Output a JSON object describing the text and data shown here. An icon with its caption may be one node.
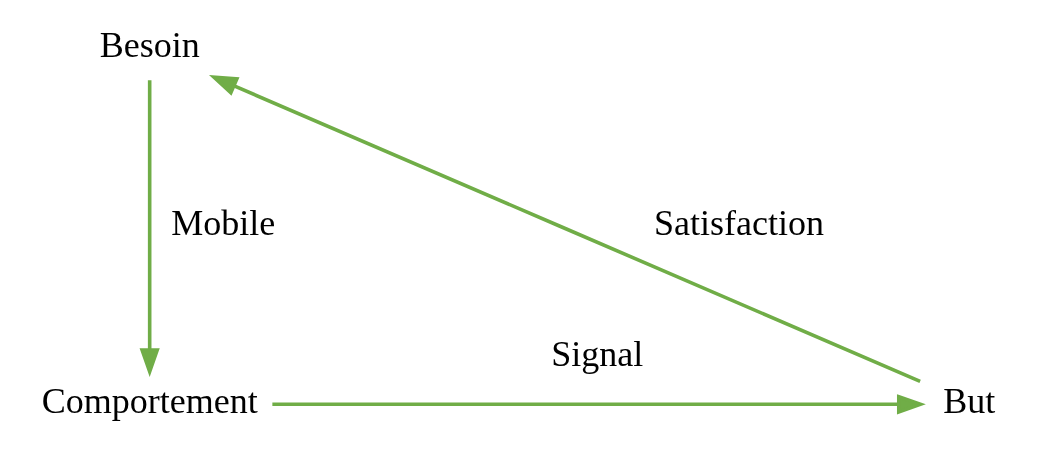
{
  "diagram": {
    "nodes": [
      {
        "text": [
          "Besoin"
        ]
      },
      {
        "text": [
          "But"
        ]
      },
      {
        "text": [
          "Comportement"
        ]
      }
    ],
    "edges": [
      {
        "from": 1,
        "to": 0,
        "arrow": "to",
        "label": "Satisfaction"
      },
      {
        "from": 0,
        "to": 2,
        "arrow": "to",
        "label": "Mobile"
      },
      {
        "from": 2,
        "to": 1,
        "arrow": "to",
        "label": "Signal"
      }
    ]
  }
}
